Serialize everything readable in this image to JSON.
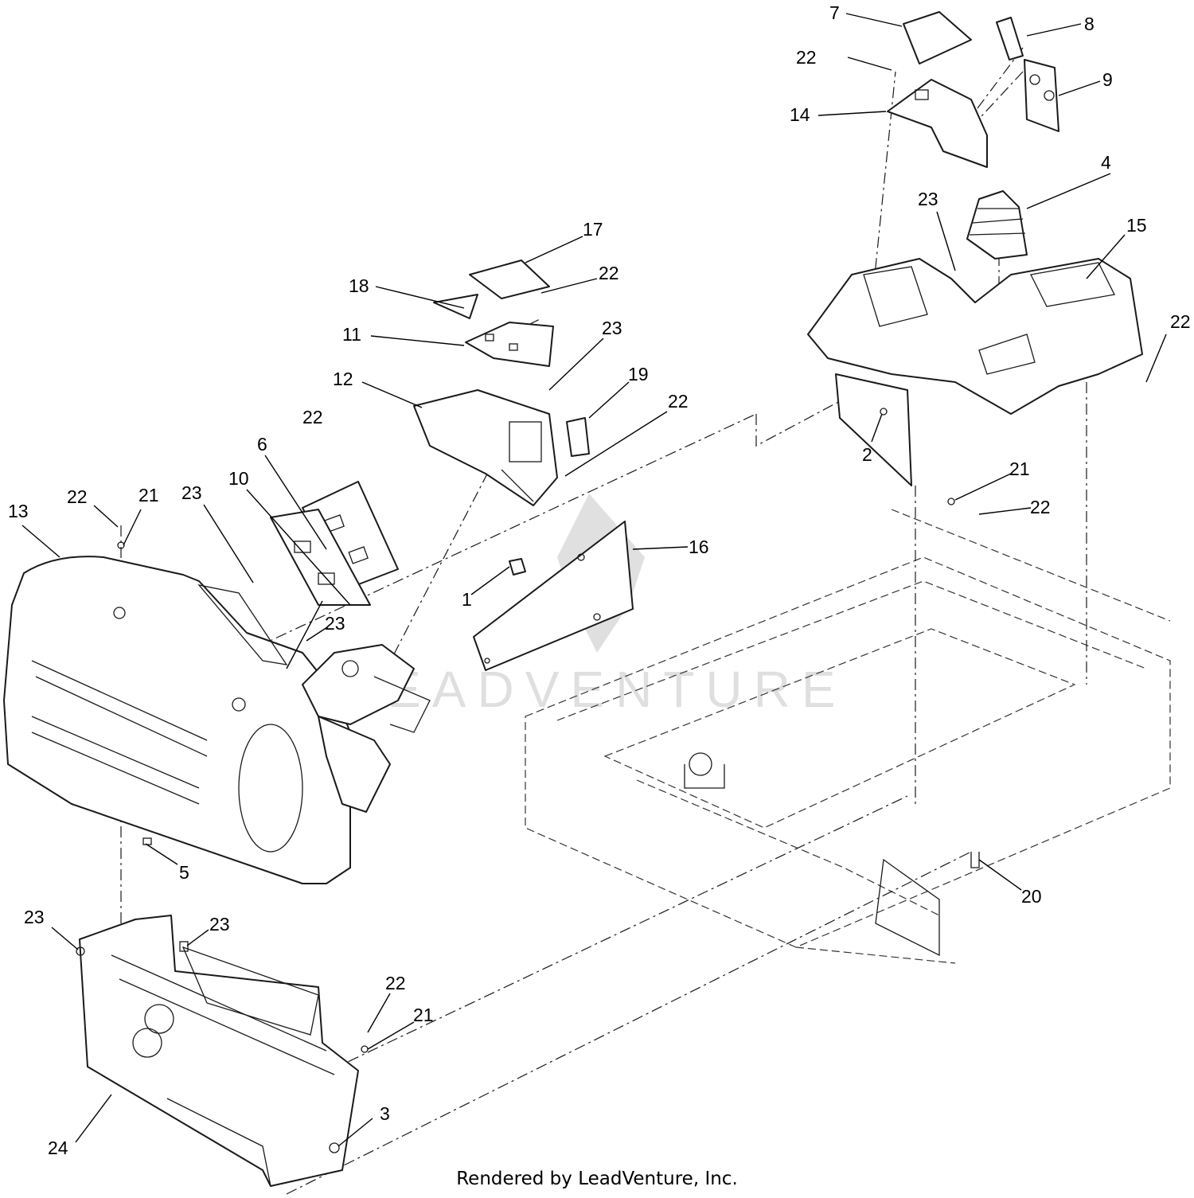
{
  "footer": "Rendered by LeadVenture, Inc.",
  "watermark": "LEADVENTURE",
  "callouts": [
    {
      "id": "c7",
      "label": "7"
    },
    {
      "id": "c8",
      "label": "8"
    },
    {
      "id": "c22a",
      "label": "22"
    },
    {
      "id": "c9",
      "label": "9"
    },
    {
      "id": "c14",
      "label": "14"
    },
    {
      "id": "c4",
      "label": "4"
    },
    {
      "id": "c23a",
      "label": "23"
    },
    {
      "id": "c15",
      "label": "15"
    },
    {
      "id": "c17",
      "label": "17"
    },
    {
      "id": "c22b",
      "label": "22"
    },
    {
      "id": "c18",
      "label": "18"
    },
    {
      "id": "c22c",
      "label": "22"
    },
    {
      "id": "c11",
      "label": "11"
    },
    {
      "id": "c23b",
      "label": "23"
    },
    {
      "id": "c12",
      "label": "12"
    },
    {
      "id": "c19",
      "label": "19"
    },
    {
      "id": "c22d",
      "label": "22"
    },
    {
      "id": "c2",
      "label": "2"
    },
    {
      "id": "c22e",
      "label": "22"
    },
    {
      "id": "c6",
      "label": "6"
    },
    {
      "id": "c21a",
      "label": "21"
    },
    {
      "id": "c22f",
      "label": "22"
    },
    {
      "id": "c13",
      "label": "13"
    },
    {
      "id": "c22g",
      "label": "22"
    },
    {
      "id": "c21b",
      "label": "21"
    },
    {
      "id": "c23c",
      "label": "23"
    },
    {
      "id": "c10",
      "label": "10"
    },
    {
      "id": "c16",
      "label": "16"
    },
    {
      "id": "c1",
      "label": "1"
    },
    {
      "id": "c23d",
      "label": "23"
    },
    {
      "id": "c5",
      "label": "5"
    },
    {
      "id": "c20",
      "label": "20"
    },
    {
      "id": "c23e",
      "label": "23"
    },
    {
      "id": "c23f",
      "label": "23"
    },
    {
      "id": "c22h",
      "label": "22"
    },
    {
      "id": "c21c",
      "label": "21"
    },
    {
      "id": "c3",
      "label": "3"
    },
    {
      "id": "c24",
      "label": "24"
    }
  ]
}
